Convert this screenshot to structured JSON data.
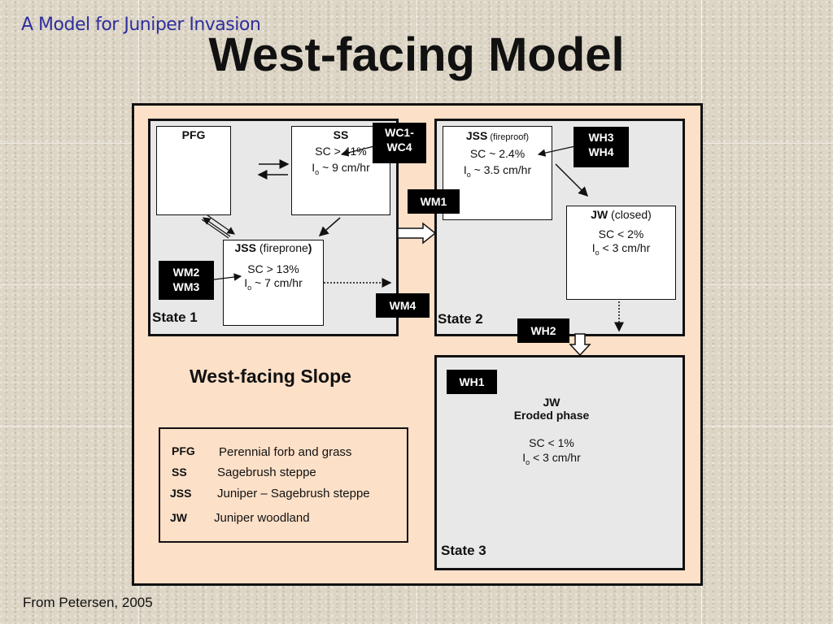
{
  "header": {
    "subtitle": "A Model for Juniper Invasion",
    "title": "West-facing Model"
  },
  "credit": "From Petersen, 2005",
  "slope_label": "West-facing Slope",
  "states": {
    "s1": "State 1",
    "s2": "State 2",
    "s3": "State 3"
  },
  "boxes": {
    "pfg": {
      "name": "PFG"
    },
    "ss": {
      "name": "SS",
      "sc": "SC > 41%",
      "io_sym": "I",
      "io_sub": "o",
      "io_rest": " ~ 9 cm/hr"
    },
    "jss1": {
      "name": "JSS",
      "qual": " (fireprone",
      "close": ")",
      "sc": "SC > 13%",
      "io_sym": "I",
      "io_sub": "o",
      "io_rest": " ~ 7 cm/hr"
    },
    "jss2": {
      "name": "JSS",
      "qual": " (fireproof)",
      "sc": "SC ~ 2.4%",
      "io_sym": "I",
      "io_sub": "o",
      "io_rest": " ~ 3.5 cm/hr"
    },
    "jw": {
      "name": "JW",
      "qual": " (closed)",
      "sc": "SC < 2%",
      "io_sym": "I",
      "io_sub": "o",
      "io_rest": " < 3 cm/hr"
    },
    "jw_eroded": {
      "name": "JW",
      "phase": "Eroded phase",
      "sc": "SC < 1%",
      "io_sym": "I",
      "io_sub": "o",
      "io_rest": " < 3 cm/hr"
    }
  },
  "tags": {
    "wc": [
      "WC1-",
      "WC4"
    ],
    "wh34": [
      "WH3",
      "WH4"
    ],
    "wm1": "WM1",
    "wm23": [
      "WM2",
      "WM3"
    ],
    "wm4": "WM4",
    "wh2": "WH2",
    "wh1": "WH1"
  },
  "legend": [
    {
      "abbr": "PFG",
      "def": "Perennial forb and grass"
    },
    {
      "abbr": "SS",
      "def": "Sagebrush steppe"
    },
    {
      "abbr": "JSS",
      "def": "Juniper – Sagebrush steppe"
    },
    {
      "abbr": "JW",
      "def": "Juniper woodland"
    }
  ]
}
